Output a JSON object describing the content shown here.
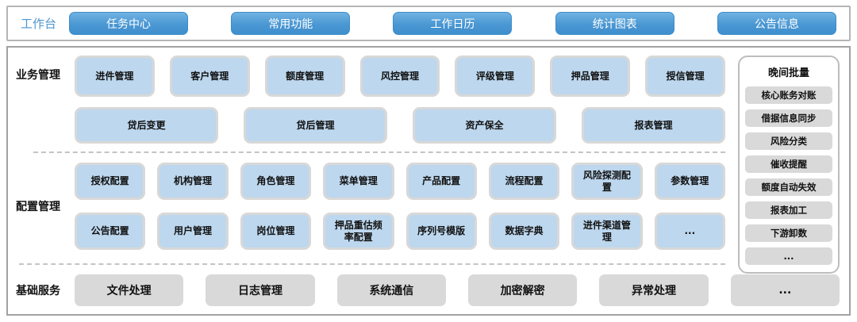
{
  "topbar": {
    "label": "工作台",
    "buttons": [
      "任务中心",
      "常用功能",
      "工作日历",
      "统计图表",
      "公告信息"
    ]
  },
  "sections": {
    "business": {
      "label": "业务管理",
      "row1": [
        "进件管理",
        "客户管理",
        "额度管理",
        "风控管理",
        "评级管理",
        "押品管理",
        "授信管理"
      ],
      "row2": [
        "贷后变更",
        "贷后管理",
        "资产保全",
        "报表管理"
      ]
    },
    "config": {
      "label": "配置管理",
      "row1": [
        "授权配置",
        "机构管理",
        "角色管理",
        "菜单管理",
        "产品配置",
        "流程配置",
        "风险探测配置",
        "参数管理"
      ],
      "row2": [
        "公告配置",
        "用户管理",
        "岗位管理",
        "押品重估频率配置",
        "序列号模版",
        "数据字典",
        "进件渠道管理",
        "..."
      ]
    },
    "base": {
      "label": "基础服务",
      "items": [
        "文件处理",
        "日志管理",
        "系统通信",
        "加密解密",
        "异常处理",
        "..."
      ]
    }
  },
  "sidebar": {
    "title": "晚间批量",
    "items": [
      "核心账务对账",
      "借据信息同步",
      "风险分类",
      "催收提醒",
      "额度自动失效",
      "报表加工",
      "下游卸数",
      "..."
    ]
  },
  "colors": {
    "accent_blue": "#4a97d3",
    "tile_blue": "#bdd7ee",
    "tile_border_gray": "#d8d8d8",
    "tile_gray": "#d9d9d9",
    "label_blue": "#4e96ce"
  }
}
